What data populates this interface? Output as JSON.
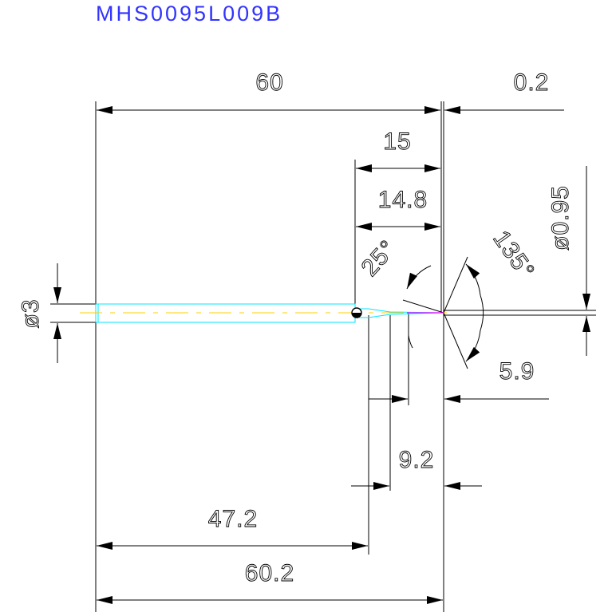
{
  "title": "MHS0095L009B",
  "colors": {
    "title": "#3333ff",
    "dimension": "#000000",
    "outline": "#00e5ff",
    "centerline": "#ffd000",
    "tip": "#ff00ff",
    "background": "#ffffff"
  },
  "dimensions": {
    "overall_length": "60",
    "offset": "0.2",
    "flute_length": "15",
    "neck_length": "14.8",
    "tip_diameter": "ø0.95",
    "shank_diameter": "ø3",
    "taper_angle": "25°",
    "point_angle": "135°",
    "short_length": "5.9",
    "mid_length": "9.2",
    "shank_length": "47.2",
    "total_length": "60.2"
  }
}
